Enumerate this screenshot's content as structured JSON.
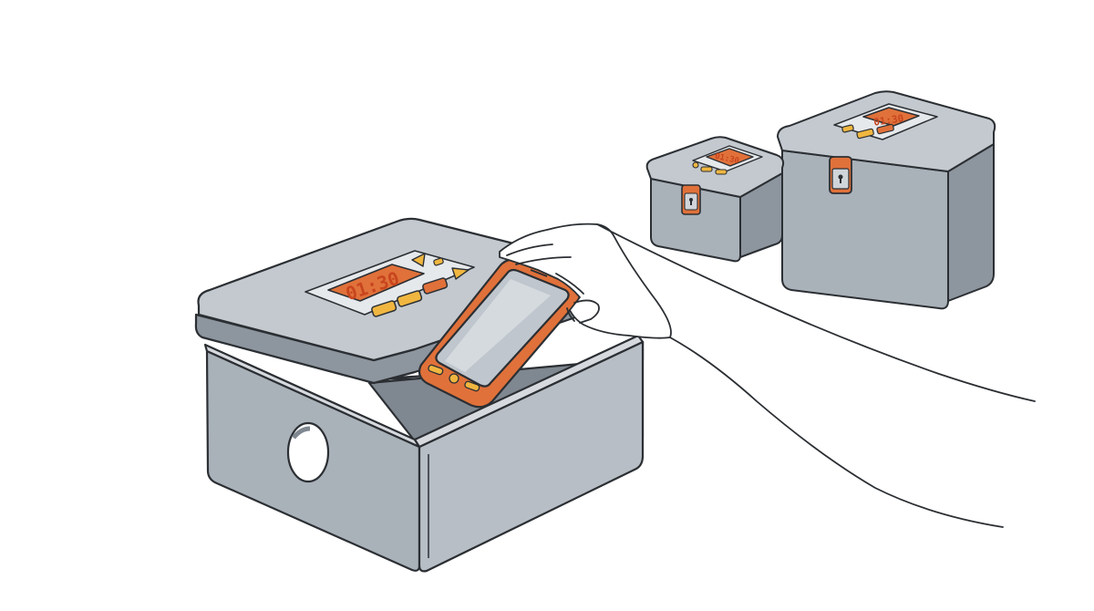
{
  "scene": {
    "description_free": true
  },
  "boxes": {
    "front": {
      "timer_display": "01:30",
      "has_lock": false
    },
    "back_small": {
      "timer_display": "01:30",
      "has_lock": true
    },
    "back_large": {
      "timer_display": "01:30",
      "has_lock": true
    }
  },
  "colors": {
    "box_gray": "#a9b1b9",
    "box_light": "#c3c9cf",
    "box_dark": "#8d959e",
    "accent_orange": "#e0713a",
    "accent_yellow": "#f0b640",
    "outline": "#2b2f33"
  },
  "icons": {
    "front_lid_left_arrow": "triangle-left-icon",
    "front_lid_right_arrow": "triangle-right-icon",
    "back_lock": "padlock-icon"
  }
}
